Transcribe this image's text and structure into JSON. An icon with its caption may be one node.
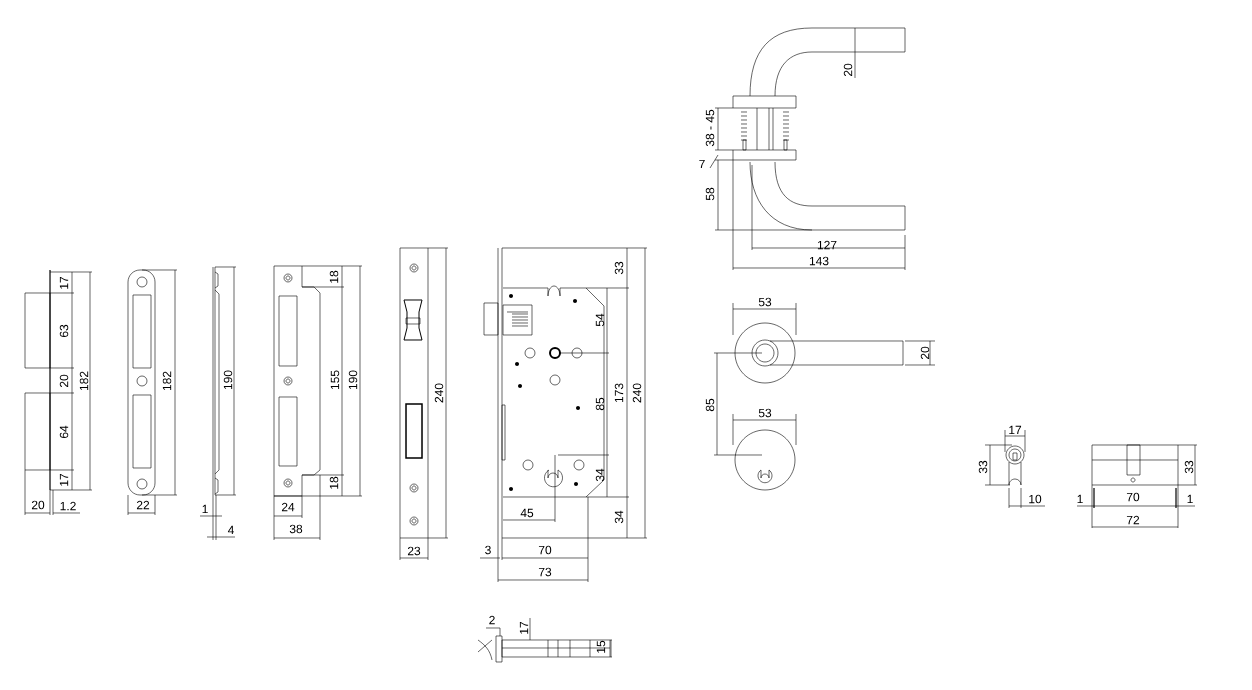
{
  "diagram": {
    "labels": [
      "17",
      "63",
      "20",
      "182",
      "64",
      "17",
      "20",
      "1.2",
      "182",
      "22",
      "190",
      "1",
      "4",
      "18",
      "155",
      "190",
      "18",
      "24",
      "38",
      "240",
      "23",
      "33",
      "54",
      "85",
      "173",
      "240",
      "34",
      "45",
      "34",
      "3",
      "70",
      "73",
      "20",
      "38 - 45",
      "7",
      "58",
      "127",
      "143",
      "53",
      "20",
      "85",
      "53",
      "17",
      "33",
      "10",
      "33",
      "1",
      "70",
      "1",
      "72",
      "2",
      "17",
      "15"
    ]
  }
}
